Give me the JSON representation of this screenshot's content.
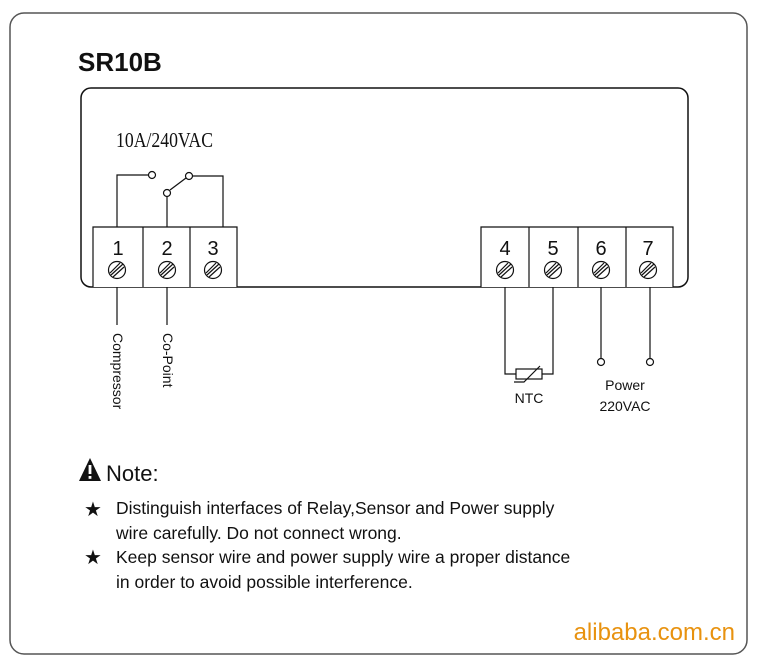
{
  "title": "SR10B",
  "relay": {
    "rating": "10A/240VAC"
  },
  "terminals": [
    {
      "number": "1",
      "label": "Compressor"
    },
    {
      "number": "2",
      "label": "Co-Point"
    },
    {
      "number": "3",
      "label": ""
    },
    {
      "number": "4",
      "label": ""
    },
    {
      "number": "5",
      "label": ""
    },
    {
      "number": "6",
      "label": ""
    },
    {
      "number": "7",
      "label": ""
    }
  ],
  "sensor": {
    "label": "NTC"
  },
  "power": {
    "label": "Power",
    "voltage": "220VAC"
  },
  "note": {
    "heading": "Note:",
    "bullet_symbol": "★",
    "items": [
      {
        "line1": "Distinguish interfaces of Relay,Sensor and Power supply",
        "line2": "wire carefully. Do not connect wrong."
      },
      {
        "line1": "Keep sensor wire and power supply wire a proper distance",
        "line2": "in order to avoid possible interference."
      }
    ]
  },
  "watermark": "alibaba.com.cn",
  "colors": {
    "line": "#111111",
    "watermark": "#e8920f",
    "frame": "#555555"
  }
}
